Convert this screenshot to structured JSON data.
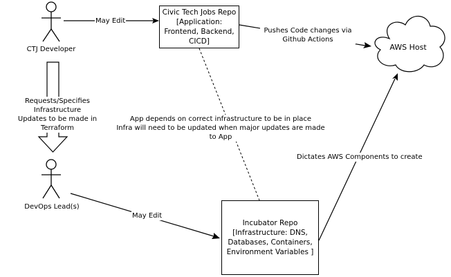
{
  "actors": {
    "ctj_developer": {
      "name": "CTJ Developer"
    },
    "devops_lead": {
      "name": "DevOps Lead(s)"
    }
  },
  "boxes": {
    "civic_tech_repo": {
      "text": "Civic Tech Jobs Repo\n[Application:\nFrontend, Backend,\nCICD]"
    },
    "incubator_repo": {
      "text": "Incubator Repo\n[Infrastructure: DNS,\nDatabases, Containers,\nEnvironment Variables ]"
    },
    "aws_host": {
      "text": "AWS Host"
    }
  },
  "edges": {
    "may_edit_top": "May Edit",
    "pushes_code": "Pushes Code changes via\nGithub Actions",
    "requests_infra": "Requests/Specifies Infrastructure\nUpdates to be made in Terraform",
    "depends_on": "App depends on correct infrastructure to be in place\nInfra will need to be updated when major updates are made to App",
    "dictates_aws": "Dictates AWS Components to create",
    "may_edit_bottom": "May Edit"
  }
}
